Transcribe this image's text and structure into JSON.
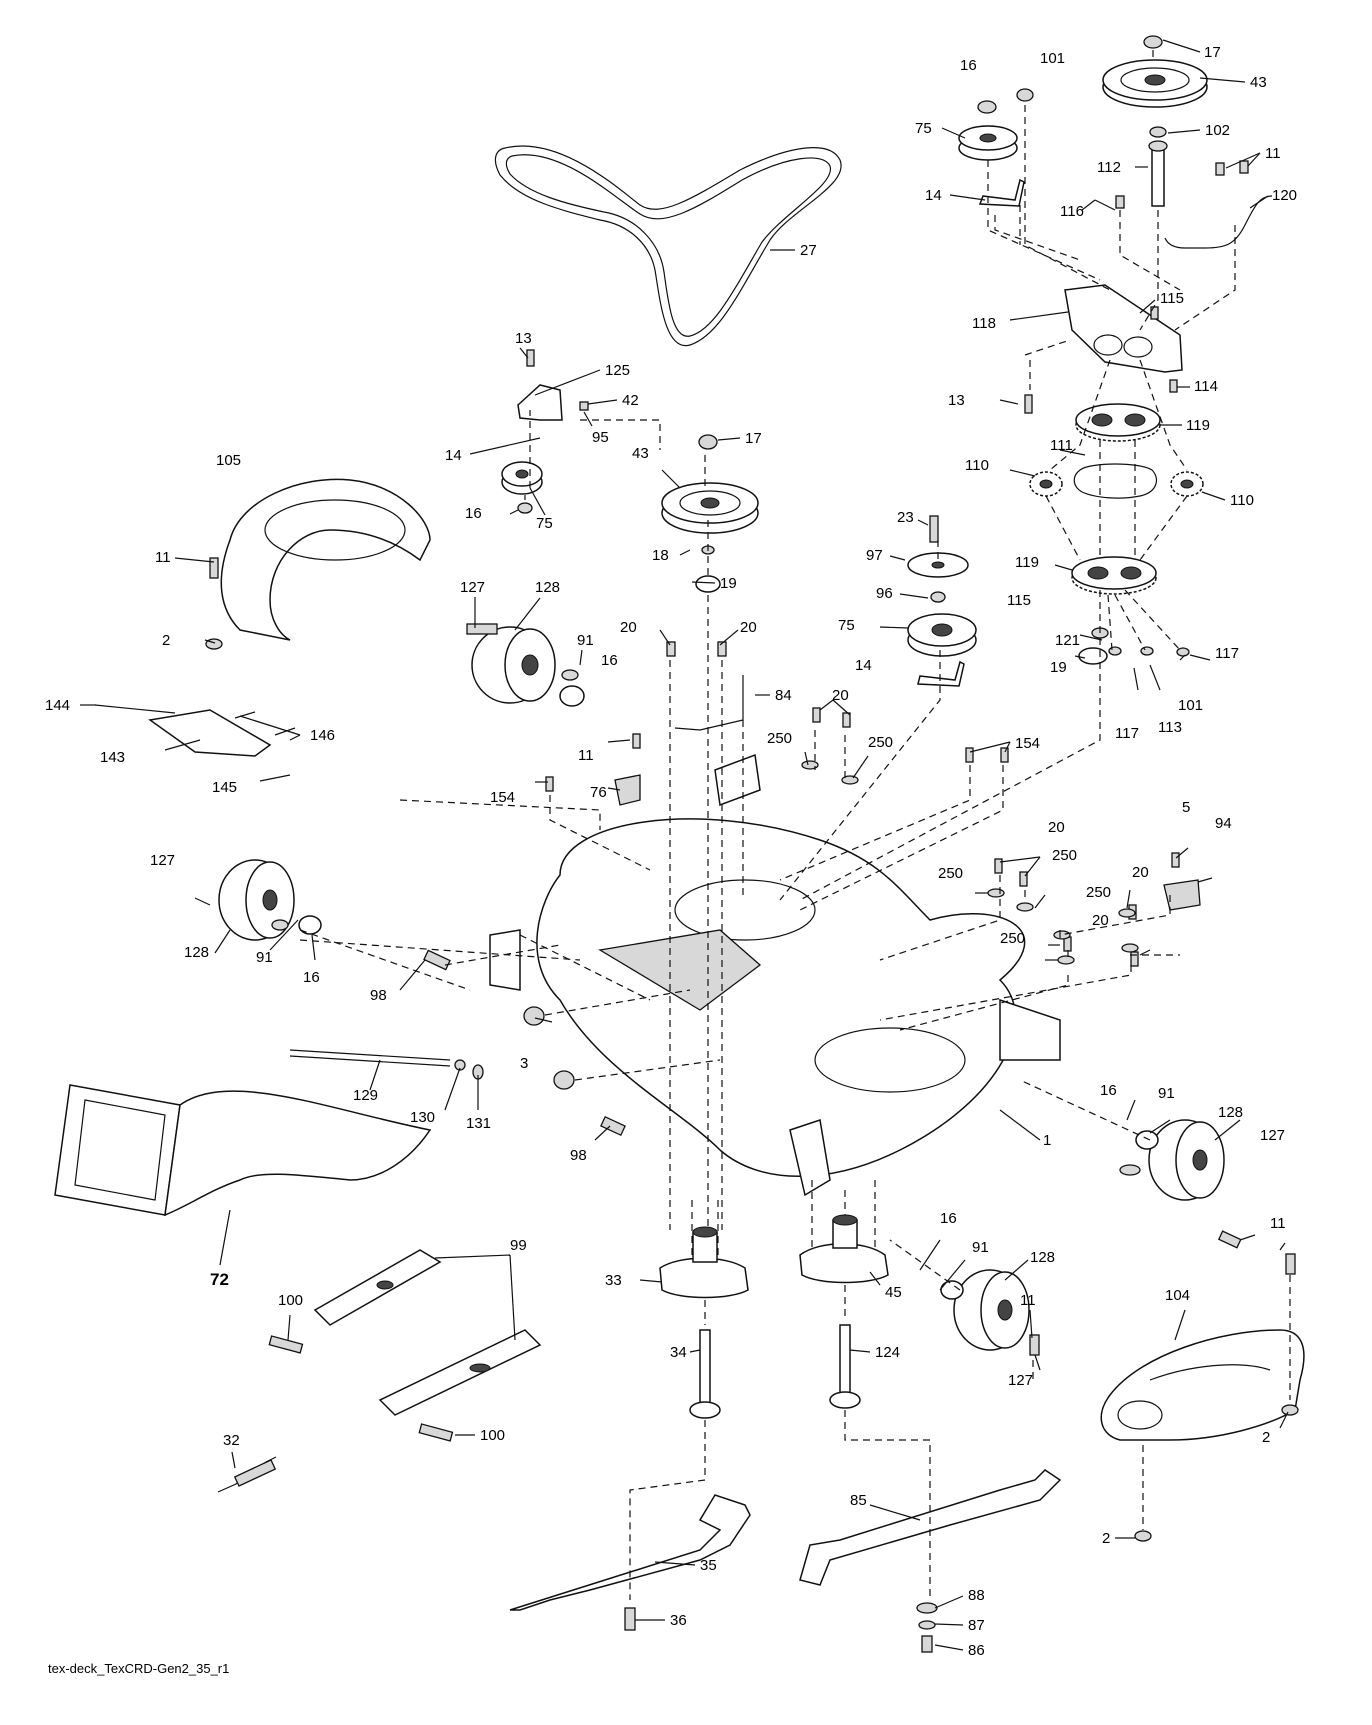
{
  "footer": {
    "drawing_id": "tex-deck_TexCRD-Gen2_35_r1"
  },
  "labels": [
    {
      "id": "l17a",
      "text": "17"
    },
    {
      "id": "l43a",
      "text": "43"
    },
    {
      "id": "l16a",
      "text": "16"
    },
    {
      "id": "l101a",
      "text": "101"
    },
    {
      "id": "l75a",
      "text": "75"
    },
    {
      "id": "l102",
      "text": "102"
    },
    {
      "id": "l11a",
      "text": "11"
    },
    {
      "id": "l112",
      "text": "112"
    },
    {
      "id": "l120",
      "text": "120"
    },
    {
      "id": "l14a",
      "text": "14"
    },
    {
      "id": "l116",
      "text": "116"
    },
    {
      "id": "l27",
      "text": "27"
    },
    {
      "id": "l115a",
      "text": "115"
    },
    {
      "id": "l118",
      "text": "118"
    },
    {
      "id": "l13a",
      "text": "13"
    },
    {
      "id": "l125",
      "text": "125"
    },
    {
      "id": "l42",
      "text": "42"
    },
    {
      "id": "l13b",
      "text": "13"
    },
    {
      "id": "l114",
      "text": "114"
    },
    {
      "id": "l119a",
      "text": "119"
    },
    {
      "id": "l14b",
      "text": "14"
    },
    {
      "id": "l95",
      "text": "95"
    },
    {
      "id": "l17b",
      "text": "17"
    },
    {
      "id": "l43b",
      "text": "43"
    },
    {
      "id": "l105",
      "text": "105"
    },
    {
      "id": "l111",
      "text": "111"
    },
    {
      "id": "l110a",
      "text": "110"
    },
    {
      "id": "l110b",
      "text": "110"
    },
    {
      "id": "l16b",
      "text": "16"
    },
    {
      "id": "l75b",
      "text": "75"
    },
    {
      "id": "l23",
      "text": "23"
    },
    {
      "id": "l18",
      "text": "18"
    },
    {
      "id": "l97",
      "text": "97"
    },
    {
      "id": "l11b",
      "text": "11"
    },
    {
      "id": "l119b",
      "text": "119"
    },
    {
      "id": "l19a",
      "text": "19"
    },
    {
      "id": "l96",
      "text": "96"
    },
    {
      "id": "l127a",
      "text": "127"
    },
    {
      "id": "l128a",
      "text": "128"
    },
    {
      "id": "l115b",
      "text": "115"
    },
    {
      "id": "l2a",
      "text": "2"
    },
    {
      "id": "l75c",
      "text": "75"
    },
    {
      "id": "l20a",
      "text": "20"
    },
    {
      "id": "l20b",
      "text": "20"
    },
    {
      "id": "l91a",
      "text": "91"
    },
    {
      "id": "l121",
      "text": "121"
    },
    {
      "id": "l117a",
      "text": "117"
    },
    {
      "id": "l16c",
      "text": "16"
    },
    {
      "id": "l14c",
      "text": "14"
    },
    {
      "id": "l19b",
      "text": "19"
    },
    {
      "id": "l101b",
      "text": "101"
    },
    {
      "id": "l144",
      "text": "144"
    },
    {
      "id": "l146",
      "text": "146"
    },
    {
      "id": "l84",
      "text": "84"
    },
    {
      "id": "l20c",
      "text": "20"
    },
    {
      "id": "l117b",
      "text": "117"
    },
    {
      "id": "l113",
      "text": "113"
    },
    {
      "id": "l143",
      "text": "143"
    },
    {
      "id": "l250a",
      "text": "250"
    },
    {
      "id": "l250b",
      "text": "250"
    },
    {
      "id": "l154a",
      "text": "154"
    },
    {
      "id": "l11c",
      "text": "11"
    },
    {
      "id": "l145",
      "text": "145"
    },
    {
      "id": "l76",
      "text": "76"
    },
    {
      "id": "l154b",
      "text": "154"
    },
    {
      "id": "l5",
      "text": "5"
    },
    {
      "id": "l20d",
      "text": "20"
    },
    {
      "id": "l94",
      "text": "94"
    },
    {
      "id": "l250c",
      "text": "250"
    },
    {
      "id": "l127b",
      "text": "127"
    },
    {
      "id": "l250d",
      "text": "250"
    },
    {
      "id": "l20e",
      "text": "20"
    },
    {
      "id": "l250e",
      "text": "250"
    },
    {
      "id": "l20f",
      "text": "20"
    },
    {
      "id": "l128b",
      "text": "128"
    },
    {
      "id": "l91b",
      "text": "91"
    },
    {
      "id": "l16d",
      "text": "16"
    },
    {
      "id": "l250f",
      "text": "250"
    },
    {
      "id": "l98a",
      "text": "98"
    },
    {
      "id": "l3",
      "text": "3"
    },
    {
      "id": "l16e",
      "text": "16"
    },
    {
      "id": "l91c",
      "text": "91"
    },
    {
      "id": "l128c",
      "text": "128"
    },
    {
      "id": "l129",
      "text": "129"
    },
    {
      "id": "l130",
      "text": "130"
    },
    {
      "id": "l131",
      "text": "131"
    },
    {
      "id": "l127c",
      "text": "127"
    },
    {
      "id": "l1",
      "text": "1"
    },
    {
      "id": "l98b",
      "text": "98"
    },
    {
      "id": "l16f",
      "text": "16"
    },
    {
      "id": "l91d",
      "text": "91"
    },
    {
      "id": "l11d",
      "text": "11"
    },
    {
      "id": "l128d",
      "text": "128"
    },
    {
      "id": "l33",
      "text": "33"
    },
    {
      "id": "l45",
      "text": "45"
    },
    {
      "id": "l72",
      "text": "72"
    },
    {
      "id": "l99",
      "text": "99"
    },
    {
      "id": "l104",
      "text": "104"
    },
    {
      "id": "l11e",
      "text": "11"
    },
    {
      "id": "l100a",
      "text": "100"
    },
    {
      "id": "l34",
      "text": "34"
    },
    {
      "id": "l124",
      "text": "124"
    },
    {
      "id": "l127d",
      "text": "127"
    },
    {
      "id": "l32",
      "text": "32"
    },
    {
      "id": "l2b",
      "text": "2"
    },
    {
      "id": "l100b",
      "text": "100"
    },
    {
      "id": "l2c",
      "text": "2"
    },
    {
      "id": "l85",
      "text": "85"
    },
    {
      "id": "l35",
      "text": "35"
    },
    {
      "id": "l36",
      "text": "36"
    },
    {
      "id": "l88",
      "text": "88"
    },
    {
      "id": "l87",
      "text": "87"
    },
    {
      "id": "l86",
      "text": "86"
    }
  ]
}
